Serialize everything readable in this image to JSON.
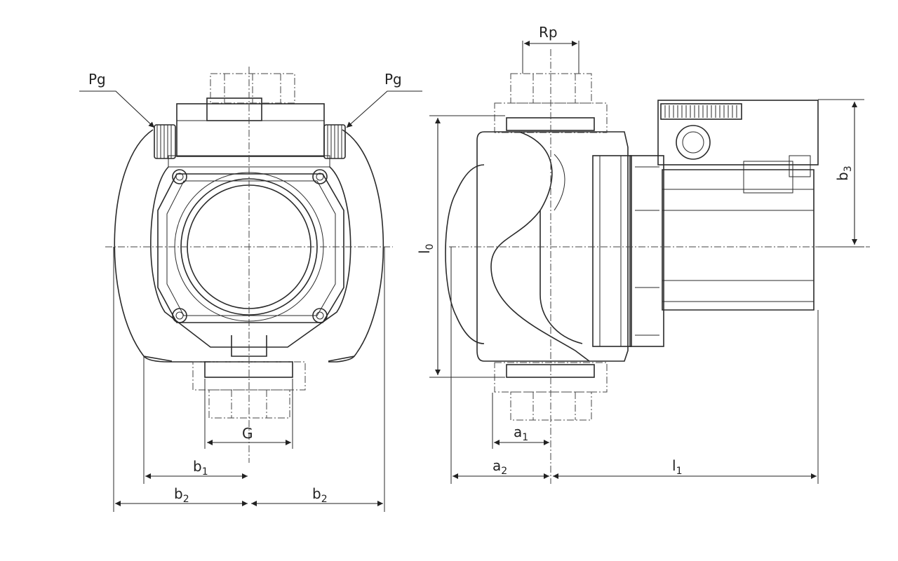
{
  "labels": {
    "pg_left": "Pg",
    "pg_right": "Pg",
    "rp": "Rp",
    "g": "G",
    "b1": {
      "base": "b",
      "sub": "1"
    },
    "b2_left": {
      "base": "b",
      "sub": "2"
    },
    "b2_right": {
      "base": "b",
      "sub": "2"
    },
    "a1": {
      "base": "a",
      "sub": "1"
    },
    "a2": {
      "base": "a",
      "sub": "2"
    },
    "l1": {
      "base": "l",
      "sub": "1"
    },
    "l0": {
      "base": "l",
      "sub": "0"
    },
    "b3": {
      "base": "b",
      "sub": "3"
    }
  },
  "icons": {
    "front_view": "pump-front-view-icon",
    "side_view": "pump-side-view-icon"
  },
  "colors": {
    "line": "#2a2a2a",
    "background": "#ffffff"
  }
}
